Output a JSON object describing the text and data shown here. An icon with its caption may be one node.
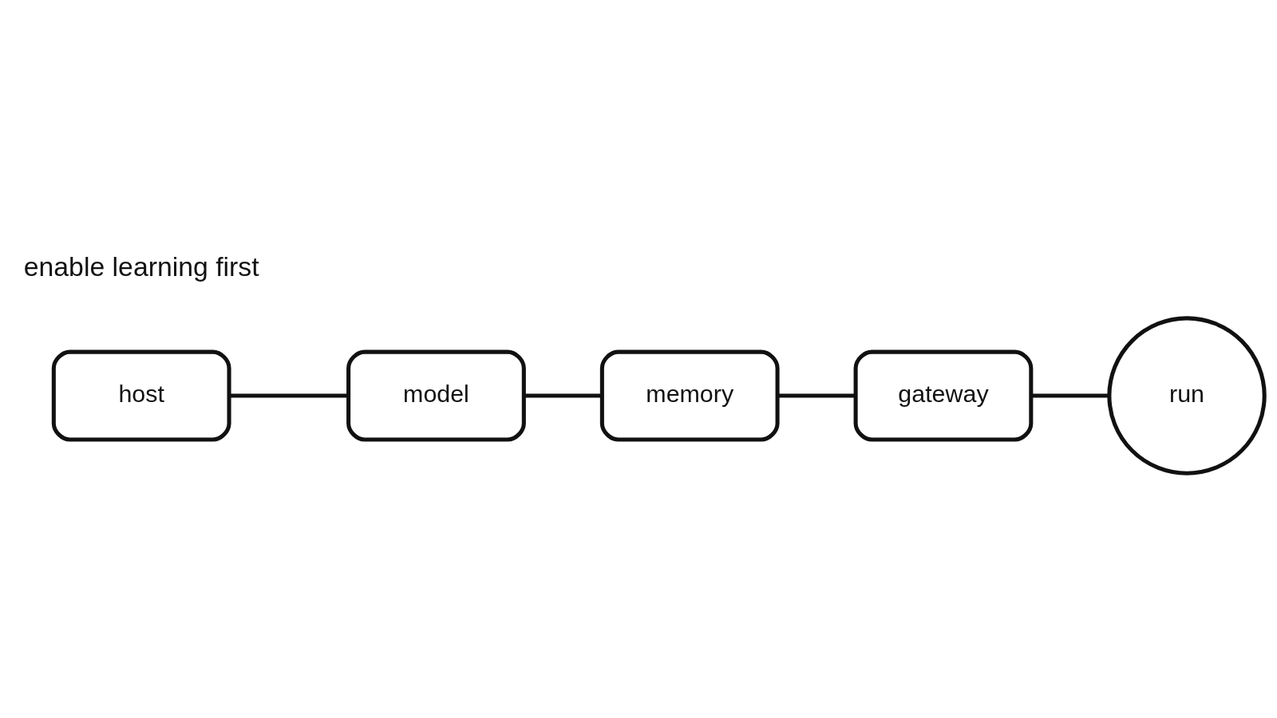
{
  "diagram": {
    "nodes": [
      {
        "text": [
          "host"
        ]
      },
      {
        "text": [
          "model"
        ]
      },
      {
        "text": [
          "memory"
        ]
      },
      {
        "text": [
          "gateway"
        ]
      },
      {
        "text": [
          "run"
        ]
      }
    ],
    "edges": [
      {
        "from": 0,
        "to": 1,
        "arrow": "none"
      },
      {
        "from": 1,
        "to": 2,
        "arrow": "none"
      },
      {
        "from": 2,
        "to": 3,
        "arrow": "none"
      },
      {
        "from": 3,
        "to": 4,
        "arrow": "none"
      }
    ],
    "labels": [
      "enable learning first"
    ]
  }
}
